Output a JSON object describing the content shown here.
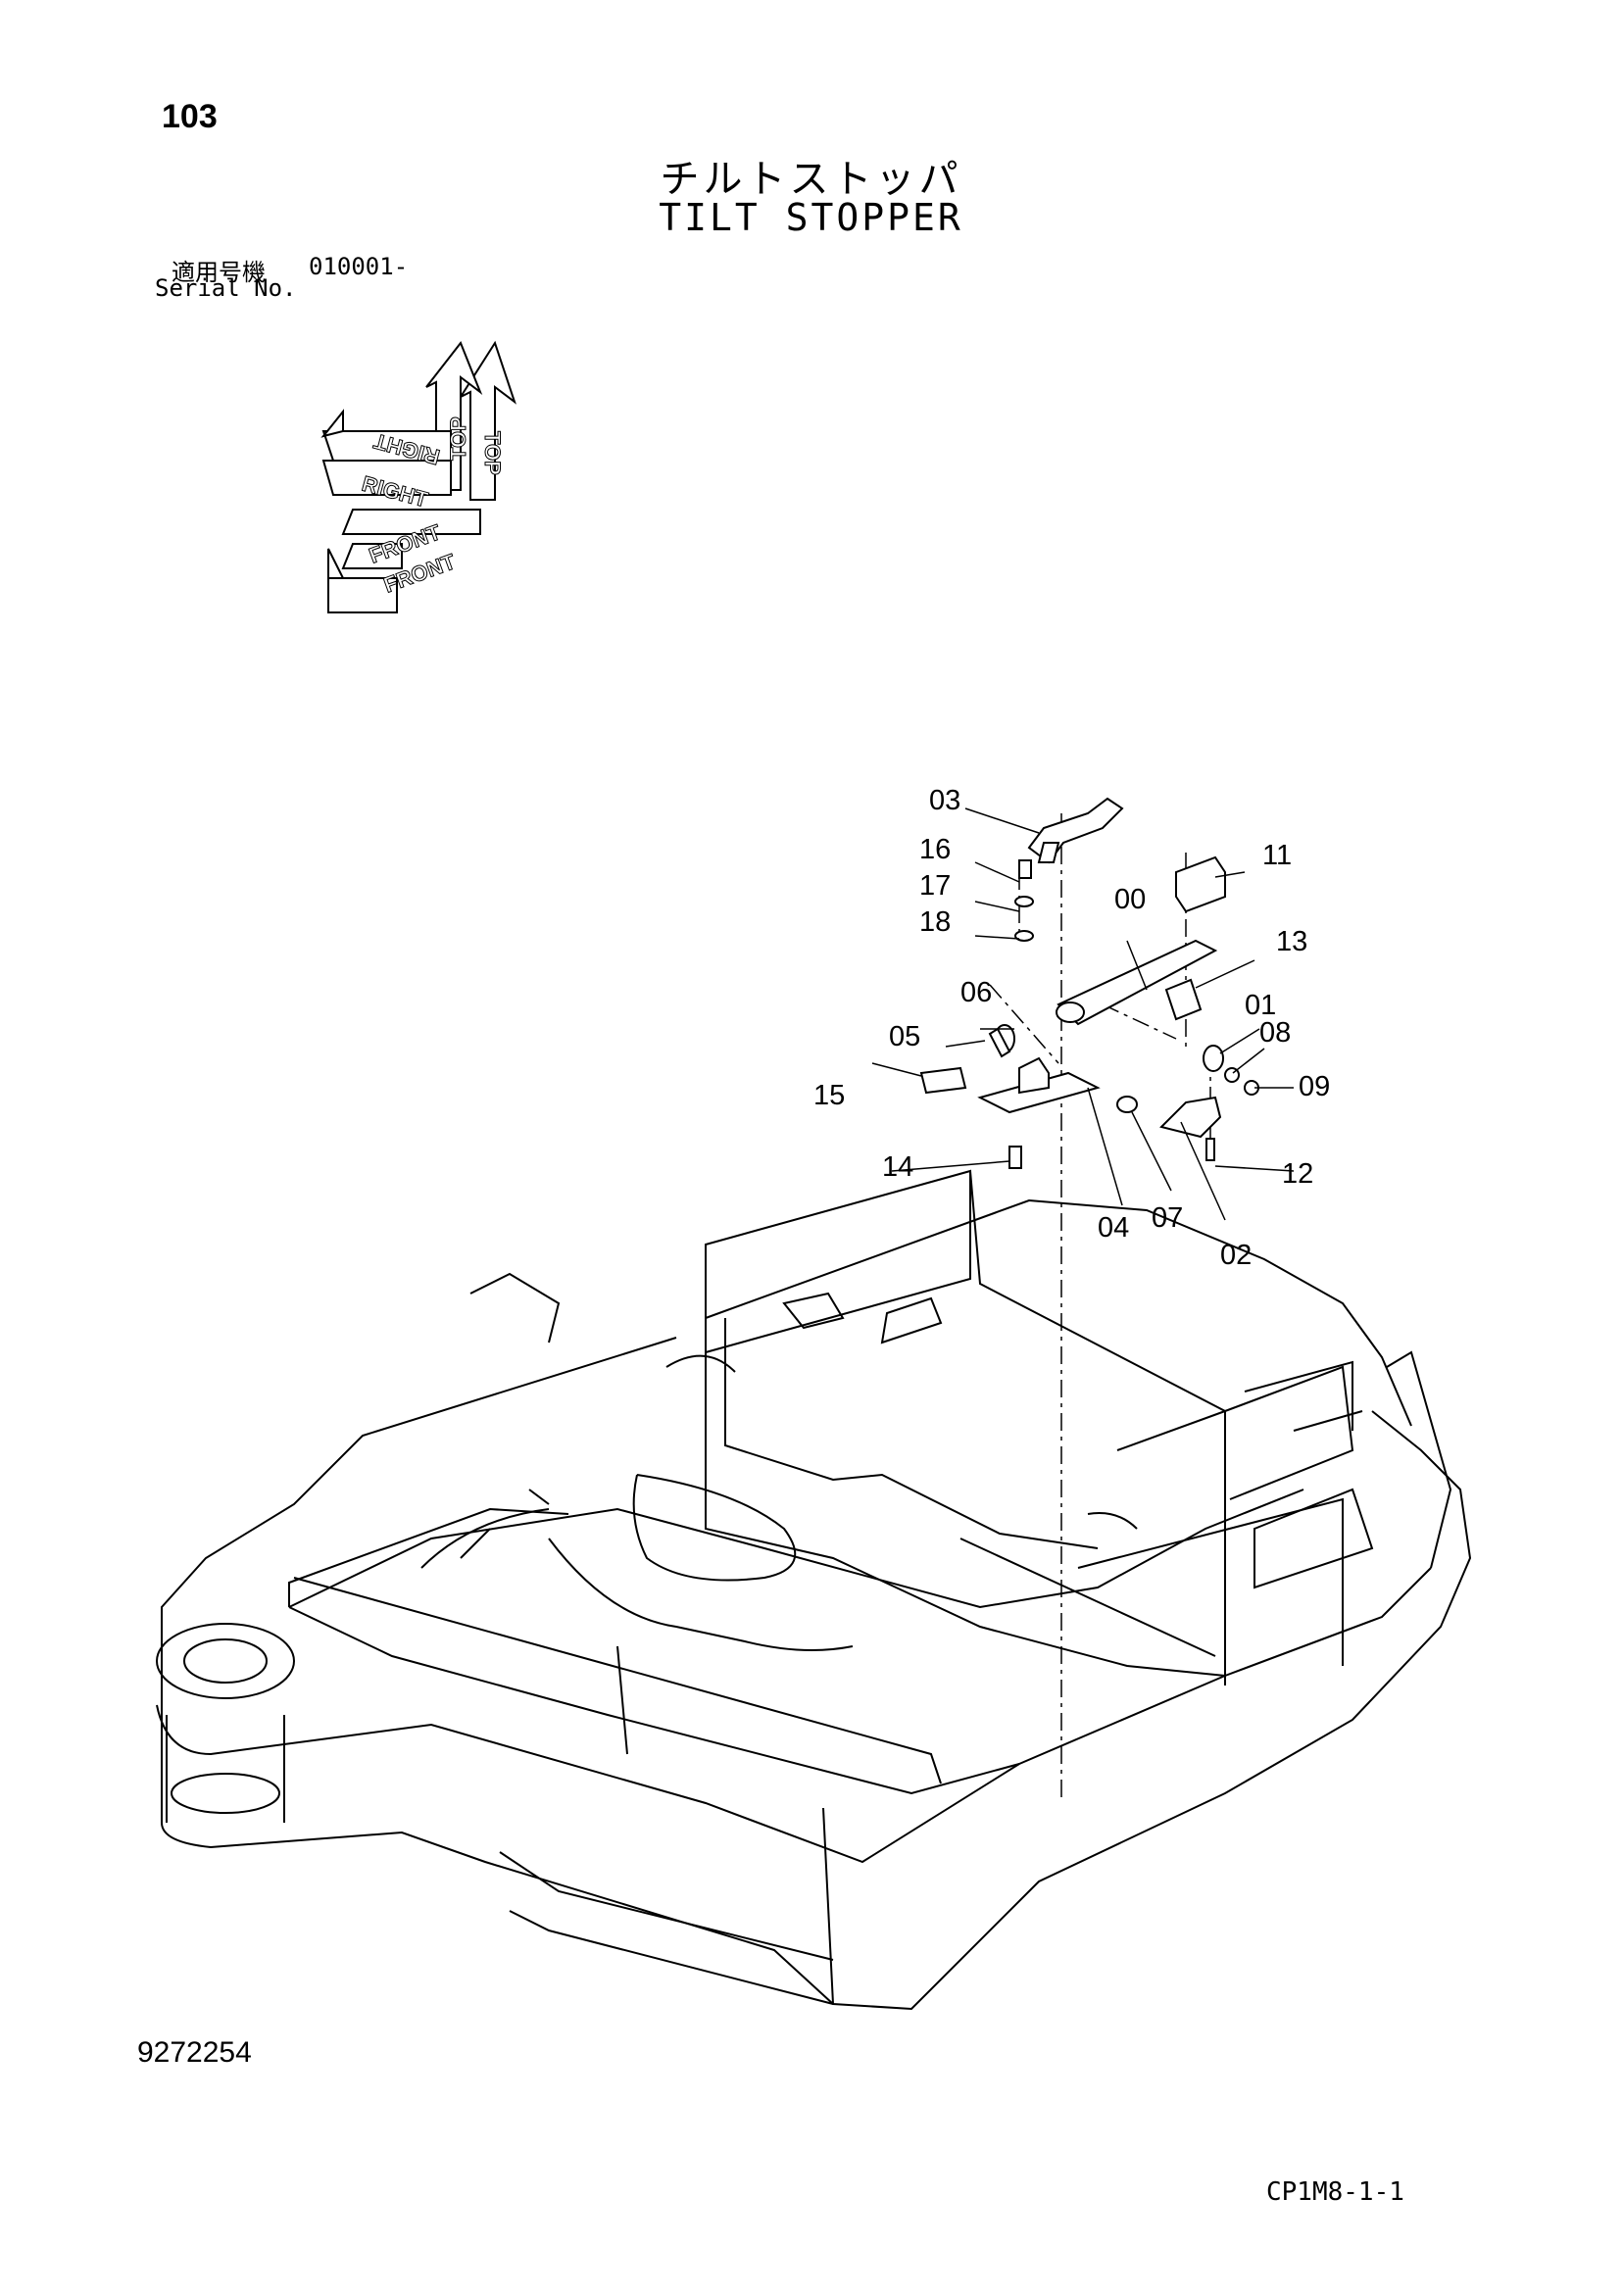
{
  "header": {
    "page_number": "103",
    "title_jp": "チルトストッパ",
    "title_en": "TILT STOPPER",
    "serial_label_jp": "適用号機",
    "serial_value": "010001-",
    "serial_label_en": "Serial No."
  },
  "orientation": {
    "top": "TOP",
    "right": "RIGHT",
    "front": "FRONT"
  },
  "callouts": [
    "00",
    "01",
    "02",
    "03",
    "04",
    "05",
    "06",
    "07",
    "08",
    "09",
    "11",
    "12",
    "13",
    "14",
    "15",
    "16",
    "17",
    "18"
  ],
  "footer": {
    "drawing_number": "9272254",
    "page_code": "CP1M8-1-1"
  }
}
